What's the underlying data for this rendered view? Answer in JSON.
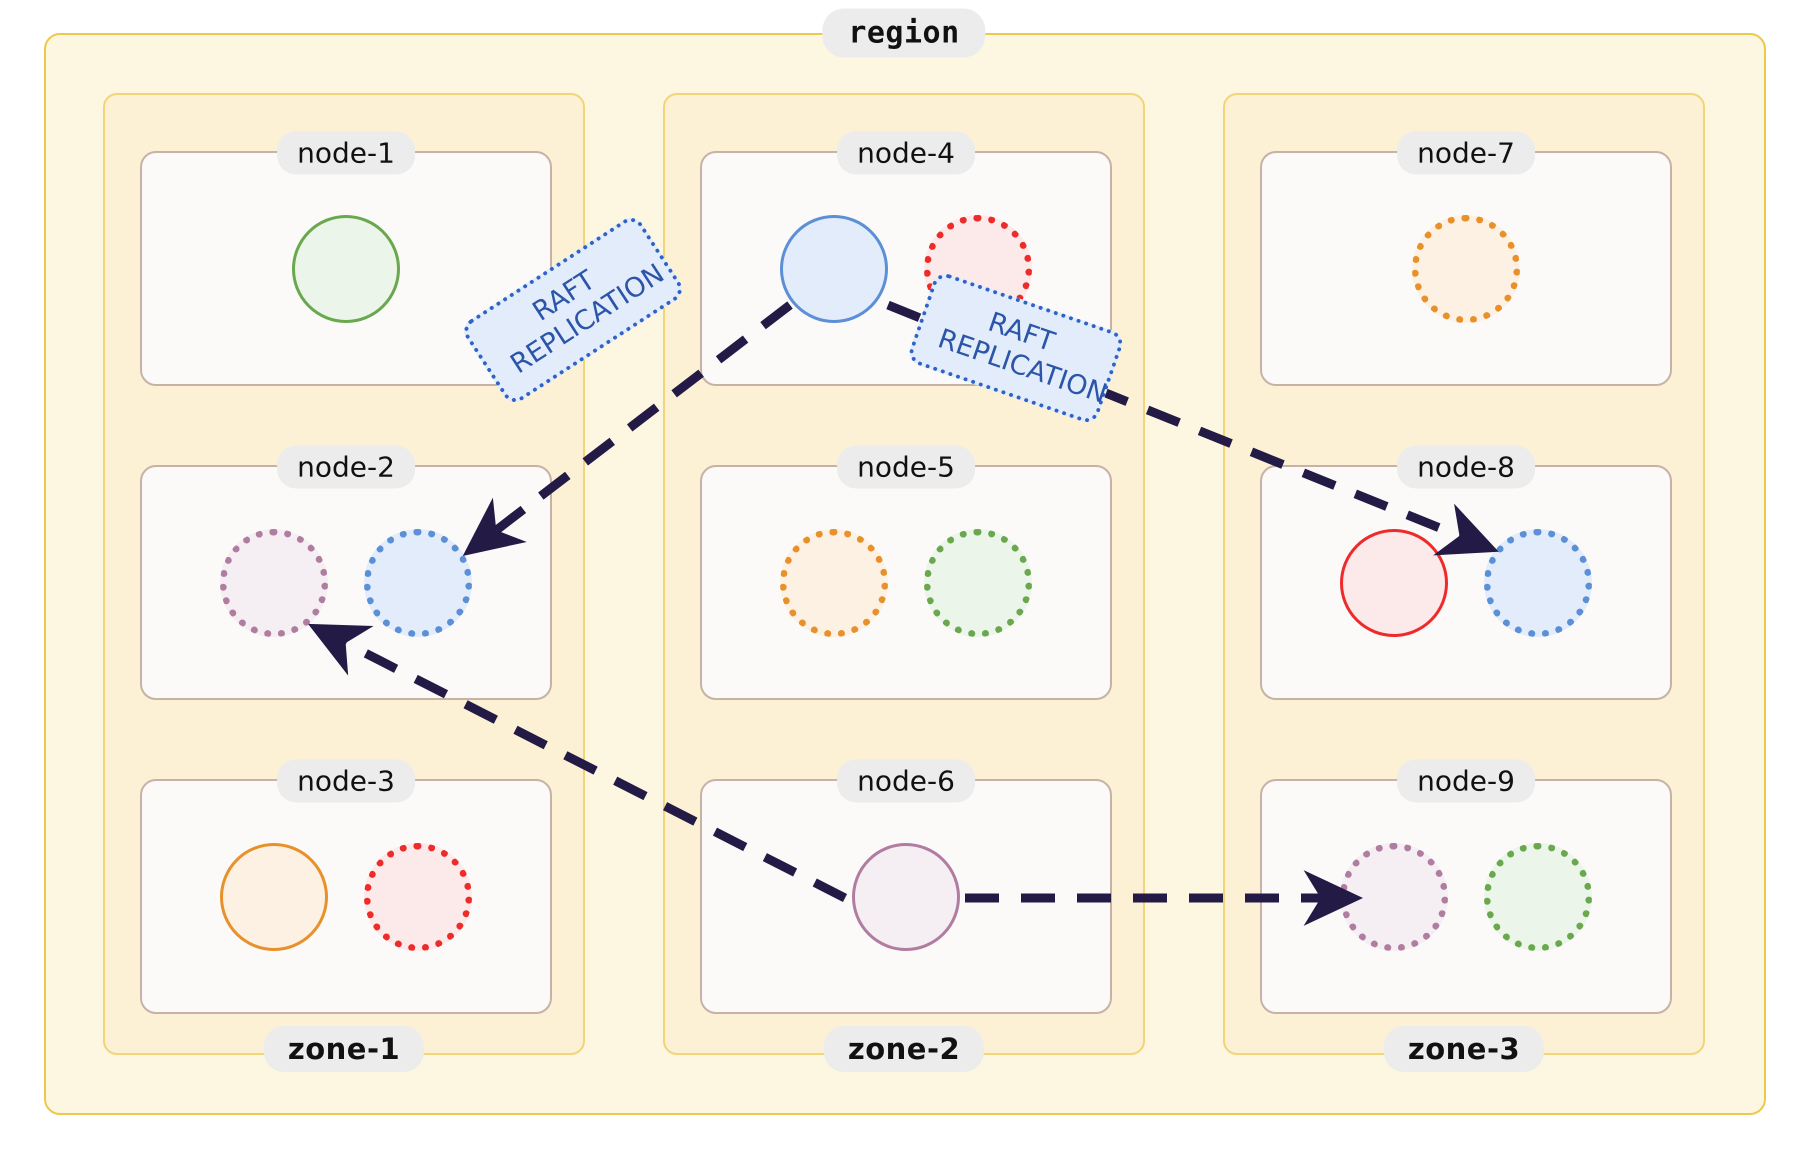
{
  "diagram": {
    "type": "infrastructure-topology",
    "region": {
      "label": "region"
    },
    "arrow_color": "#231a46",
    "raft_label_color": "#2b55a8",
    "zones": [
      {
        "label": "zone-1",
        "nodes": [
          {
            "label": "node-1",
            "shards": [
              {
                "color": "green",
                "style": "solid"
              }
            ]
          },
          {
            "label": "node-2",
            "shards": [
              {
                "color": "purple",
                "style": "dotted"
              },
              {
                "color": "blue",
                "style": "dotted"
              }
            ]
          },
          {
            "label": "node-3",
            "shards": [
              {
                "color": "orange",
                "style": "solid"
              },
              {
                "color": "red",
                "style": "dotted"
              }
            ]
          }
        ]
      },
      {
        "label": "zone-2",
        "nodes": [
          {
            "label": "node-4",
            "shards": [
              {
                "color": "blue",
                "style": "solid"
              },
              {
                "color": "red",
                "style": "dotted"
              }
            ]
          },
          {
            "label": "node-5",
            "shards": [
              {
                "color": "orange",
                "style": "dotted"
              },
              {
                "color": "green",
                "style": "dotted"
              }
            ]
          },
          {
            "label": "node-6",
            "shards": [
              {
                "color": "purple",
                "style": "solid"
              }
            ]
          }
        ]
      },
      {
        "label": "zone-3",
        "nodes": [
          {
            "label": "node-7",
            "shards": [
              {
                "color": "orange",
                "style": "dotted"
              }
            ]
          },
          {
            "label": "node-8",
            "shards": [
              {
                "color": "red",
                "style": "solid"
              },
              {
                "color": "blue",
                "style": "dotted"
              }
            ]
          },
          {
            "label": "node-9",
            "shards": [
              {
                "color": "purple",
                "style": "dotted"
              },
              {
                "color": "green",
                "style": "dotted"
              }
            ]
          }
        ]
      }
    ],
    "raft_labels": [
      {
        "text": "RAFT\nREPLICATION"
      },
      {
        "text": "RAFT\nREPLICATION"
      }
    ],
    "replication_edges": [
      {
        "from": "node-4",
        "to": "node-2",
        "label": "RAFT REPLICATION"
      },
      {
        "from": "node-4",
        "to": "node-8",
        "label": "RAFT REPLICATION"
      },
      {
        "from": "node-6",
        "to": "node-2",
        "label": ""
      },
      {
        "from": "node-6",
        "to": "node-9",
        "label": ""
      }
    ],
    "palette": {
      "green": {
        "border": "#6aa84f",
        "fill": "#ecf5e9"
      },
      "blue": {
        "border": "#5b8fd6",
        "fill": "#e2ecfb"
      },
      "red": {
        "border": "#ee2b2b",
        "fill": "#fce9e9"
      },
      "orange": {
        "border": "#e8912a",
        "fill": "#fdf1e3"
      },
      "purple": {
        "border": "#b07da0",
        "fill": "#f5eef3"
      },
      "region_bg": "#fdf6e0",
      "region_border": "#ecc94b",
      "zone_bg": "#fcf1d4",
      "zone_border": "#f2d479",
      "node_bg": "#fbfaf9",
      "node_border": "#c6b2a6",
      "pill_bg": "#ececec"
    }
  }
}
